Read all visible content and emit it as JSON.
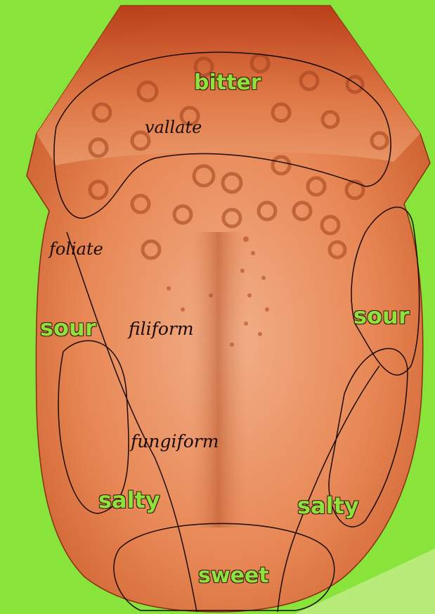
{
  "background_color": "#88e33a",
  "tongue_color": "#e27a45",
  "tastes": {
    "bitter": "bitter",
    "sour_left": "sour",
    "sour_right": "sour",
    "salty_left": "salty",
    "salty_right": "salty",
    "sweet": "sweet"
  },
  "papillae": {
    "vallate": "vallate",
    "foliate": "foliate",
    "filiform": "filiform",
    "fungiform": "fungiform"
  }
}
